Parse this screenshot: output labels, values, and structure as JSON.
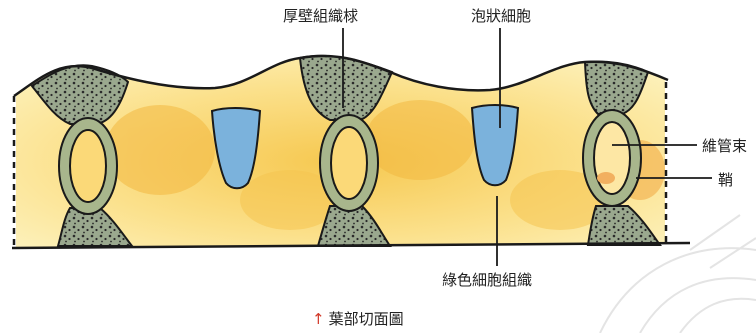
{
  "labels": {
    "thick_wall_tissue": "厚壁組織梂",
    "bulliform_cell": "泡狀細胞",
    "vascular_bundle": "維管束",
    "sheath": "鞘",
    "mesophyll": "綠色細胞組織"
  },
  "caption": {
    "arrow": "↑",
    "text": "葉部切面圖"
  },
  "colors": {
    "outline": "#1a1a1a",
    "mesophyll_light": "#fdf0b0",
    "mesophyll_mid": "#f9d860",
    "mesophyll_dark": "#f0b040",
    "sclerenchyma": "#9aa88e",
    "sclerenchyma_dots": "#2a2a2a",
    "bulliform": "#7bb2dc",
    "bundle_ring": "#a8b68c",
    "watermark": "#e6e6e6"
  }
}
